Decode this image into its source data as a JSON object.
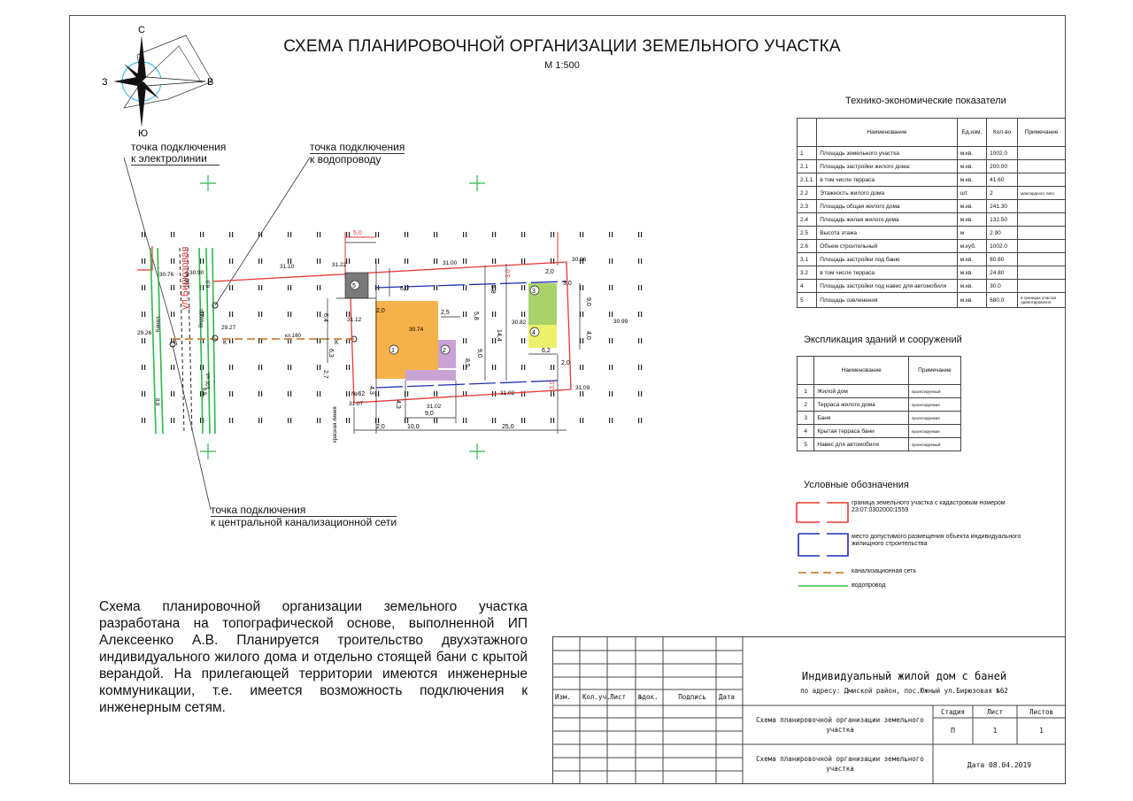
{
  "title": "СХЕМА ПЛАНИРОВОЧНОЙ ОРГАНИЗАЦИИ ЗЕМЕЛЬНОГО УЧАСТКА",
  "scale": "М 1:500",
  "compass": {
    "north": "С",
    "south": "Ю",
    "west": "З",
    "east": "В"
  },
  "callouts": {
    "electric": [
      "точка подключения",
      "к электролинии"
    ],
    "water": [
      "точка подключения",
      "к водопроводу"
    ],
    "sewer": [
      "точка подключения",
      "к центральной канализационной сети"
    ]
  },
  "plan": {
    "street": "ул.Бирюзовая",
    "red_line": "красная линия",
    "elevations": [
      "30.76",
      "30.90",
      "31.10",
      "31.22",
      "31.00",
      "30.96",
      "30.99",
      "29.27",
      "29.26",
      "31.12",
      "30.74",
      "30.82",
      "31.02",
      "31.07",
      "31.09",
      "31.02"
    ],
    "labels": {
      "sewer_a": "Канал.",
      "sewer_b": "Канал.",
      "water_a": "Водопр.",
      "pipe_a": "кл.160",
      "num62": "№62",
      "k1": "К",
      "k2": "К",
      "pipe_b": "100 чл.",
      "pipe_c": "100 чл."
    },
    "dims": [
      "5,0",
      "3,0",
      "6,0",
      "2,0",
      "5,8",
      "2,5",
      "5,8",
      "14,4",
      "9,0",
      "8,5",
      "6,4",
      "2,0",
      "6,3",
      "2,7",
      "4,3",
      "4,3",
      "9,0",
      "10,0",
      "25,0",
      "2,0",
      "3,0",
      "9,0",
      "4,0",
      "6,2",
      "3,0",
      "2,0",
      "2,0",
      "8,8",
      "8,8",
      "6,0"
    ],
    "building_nums": [
      "1",
      "2",
      "3",
      "4",
      "5"
    ]
  },
  "tep": {
    "title": "Технико-экономические показатели",
    "headers": [
      "",
      "Наименование",
      "Ед.изм.",
      "Кол-во",
      "Примечание"
    ],
    "rows": [
      [
        "1",
        "Площадь земельного участка",
        "м.кв.",
        "1002.0",
        ""
      ],
      [
        "2.1",
        "Площадь застройки жилого дома:",
        "м.кв.",
        "200.00",
        ""
      ],
      [
        "2.1.1",
        "в том числе терраса",
        "м.кв.",
        "41.60",
        ""
      ],
      [
        "2.2",
        "Этажность жилого дома",
        "шт.",
        "2",
        "мансардного типа"
      ],
      [
        "2.3",
        "Площадь общая жилого дома",
        "м.кв.",
        "241.30",
        ""
      ],
      [
        "2.4",
        "Площадь жилая жилого дома",
        "м.кв.",
        "132.50",
        ""
      ],
      [
        "2.5",
        "Высота этажа",
        "м",
        "2.90",
        ""
      ],
      [
        "2.6",
        "Объем строительный",
        "м.куб.",
        "1002.0",
        ""
      ],
      [
        "3.1",
        "Площадь застройки под баню",
        "м.кв.",
        "80.60",
        ""
      ],
      [
        "3.2",
        "в том числе терраса",
        "м.кв.",
        "24.80",
        ""
      ],
      [
        "4",
        "Площадь застройки под навес для автомобиля",
        "м.кв.",
        "30.0",
        ""
      ],
      [
        "5",
        "Площадь озеленения",
        "м.кв.",
        "680.0",
        "в границах участка ориентировочно"
      ]
    ]
  },
  "explication": {
    "title": "Экспликация зданий и сооружений",
    "headers": [
      "",
      "Наименование",
      "Примечание"
    ],
    "rows": [
      [
        "1",
        "Жилой дом",
        "проектируемый"
      ],
      [
        "2",
        "Терраса жилого дома",
        "проектируемая"
      ],
      [
        "3",
        "Баня",
        "проектируемая"
      ],
      [
        "4",
        "Крытая терраса бани",
        "проектируемая"
      ],
      [
        "5",
        "Навес для автомобиля",
        "проектируемый"
      ]
    ]
  },
  "legend": {
    "title": "Условные обозначения",
    "items": [
      {
        "text": "граница земельного участка с кадастровым номером 23:07:0302000:1559",
        "color": "#e53935"
      },
      {
        "text": "место допустимого размещения объекта индивидуального жилищного строительства",
        "color": "#1e2fb4"
      },
      {
        "text": "канализационная сеть",
        "color": "#c8843a"
      },
      {
        "text": "водопровод",
        "color": "#2eb84a"
      }
    ]
  },
  "note": "Схема планировочной организации земельного участка разработана на топографической основе, выполненной ИП Алексеенко А.В. Планируется троительство двухэтажного индивидуального жилого дома и отдельно стоящей бани с крытой верандой. На прилегающей территории имеются инженерные коммуникации, т.е. имеется возможность подключения к инженерным сетям.",
  "stamp": {
    "cols": [
      "Изм.",
      "Кол.уч.",
      "Лист",
      "№док.",
      "Подпись",
      "Дата"
    ],
    "project": "Индивидуальный жилой дом с баней",
    "address": "по адресу: Дмиской район, пос.Южный ул.Бирюзовая №62",
    "sheet_name": "Схема планировочной организации земельного участка",
    "stage_hdr": "Стадия",
    "sheet_hdr": "Лист",
    "sheets_hdr": "Листов",
    "stage": "П",
    "sheet": "1",
    "sheets": "1",
    "bottom_name": "Схема планировочной организации земельного участка",
    "date": "Дата 08.04.2019"
  },
  "colors": {
    "boundary": "#e53935",
    "building_zone": "#1e2fb4",
    "sewer": "#c8843a",
    "water": "#2eb84a",
    "house": "#f6b24a",
    "terrace": "#c9a3d6",
    "bath": "#a9d26a",
    "bath_terrace": "#eef06a",
    "carport": "#7a7a7a"
  }
}
